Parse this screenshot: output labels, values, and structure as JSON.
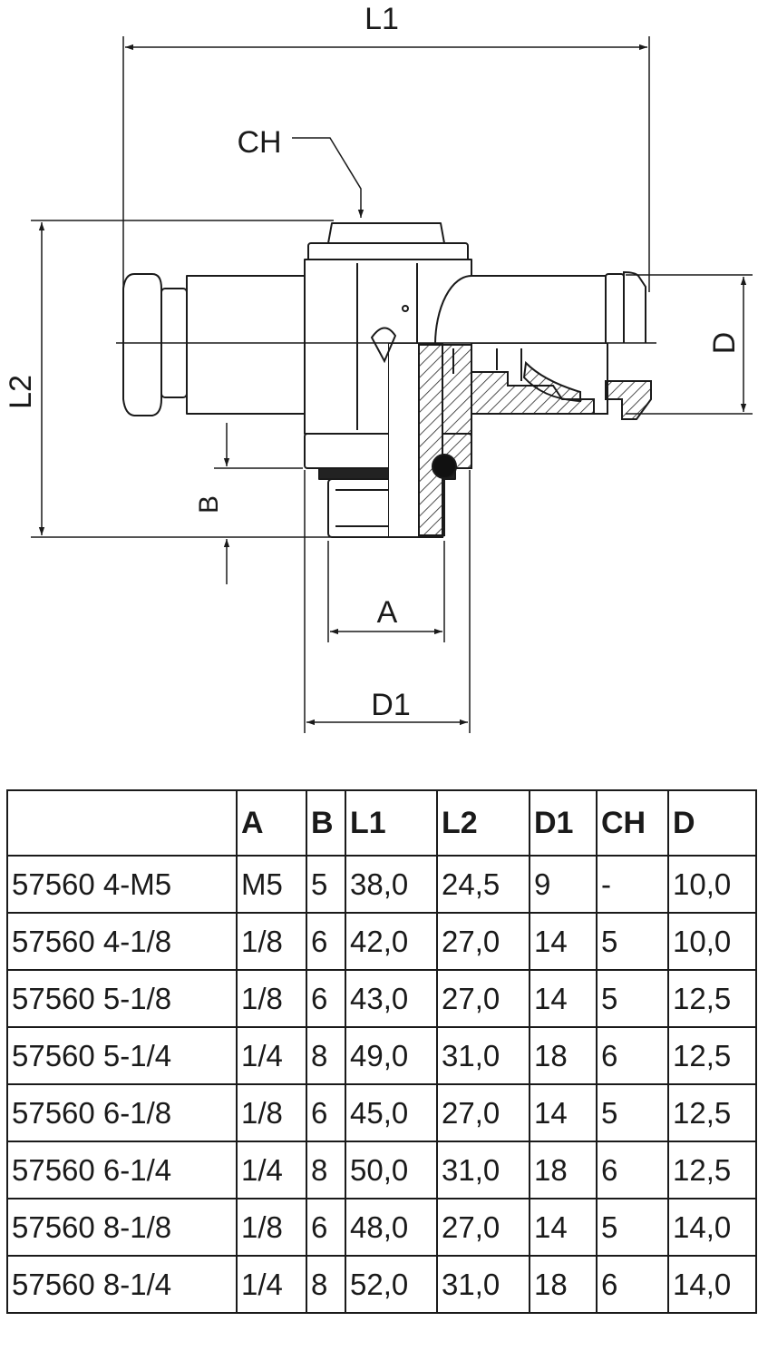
{
  "drawing": {
    "labels": {
      "l1": "L1",
      "ch": "CH",
      "l2": "L2",
      "d": "D",
      "b": "B",
      "a": "A",
      "d1": "D1"
    }
  },
  "table": {
    "headers": [
      "",
      "A",
      "B",
      "L1",
      "L2",
      "D1",
      "CH",
      "D"
    ],
    "rows": [
      [
        "57560 4-M5",
        "M5",
        "5",
        "38,0",
        "24,5",
        "9",
        "-",
        "10,0"
      ],
      [
        "57560 4-1/8",
        "1/8",
        "6",
        "42,0",
        "27,0",
        "14",
        "5",
        "10,0"
      ],
      [
        "57560 5-1/8",
        "1/8",
        "6",
        "43,0",
        "27,0",
        "14",
        "5",
        "12,5"
      ],
      [
        "57560 5-1/4",
        "1/4",
        "8",
        "49,0",
        "31,0",
        "18",
        "6",
        "12,5"
      ],
      [
        "57560 6-1/8",
        "1/8",
        "6",
        "45,0",
        "27,0",
        "14",
        "5",
        "12,5"
      ],
      [
        "57560 6-1/4",
        "1/4",
        "8",
        "50,0",
        "31,0",
        "18",
        "6",
        "12,5"
      ],
      [
        "57560 8-1/8",
        "1/8",
        "6",
        "48,0",
        "27,0",
        "14",
        "5",
        "14,0"
      ],
      [
        "57560 8-1/4",
        "1/4",
        "8",
        "52,0",
        "31,0",
        "18",
        "6",
        "14,0"
      ]
    ]
  }
}
